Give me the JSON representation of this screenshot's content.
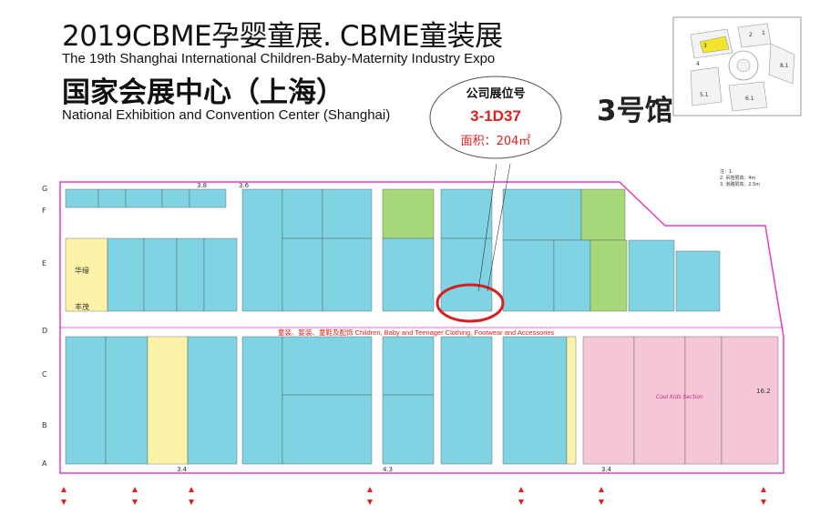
{
  "header": {
    "title_cn": "2019CBME孕婴童展. CBME童装展",
    "title_en": "The 19th Shanghai International Children-Baby-Maternity Industry Expo",
    "venue_cn": "国家会展中心（上海）",
    "venue_en": "National Exhibition and Convention Center (Shanghai)",
    "hall": "3号馆"
  },
  "callout": {
    "label": "公司展位号",
    "booth": "3-1D37",
    "area": "面积：204㎡"
  },
  "category_banner": "童装、婴装、童鞋及配饰  Children, Baby and Teenager Clothing, Footwear and Accessories",
  "legend": [
    "注：1.",
    "2. 吊挂限高：4m",
    "3. 道路限高：2.5m"
  ],
  "mini_map_labels": [
    "3",
    "2",
    "1",
    "4",
    "8.1",
    "5.1",
    "6.1"
  ],
  "row_labels": [
    "G",
    "F",
    "E",
    "D",
    "C",
    "B",
    "A"
  ],
  "column_labels": [
    "3.8",
    "3.6",
    "3.4",
    "4.3",
    "3.4",
    "16.2"
  ],
  "zone_labels": [
    "华缘",
    "丰茂",
    "Cool Kids Section"
  ],
  "colors": {
    "booth_cyan": "#7fd3e3",
    "booth_yellow": "#fdf3a8",
    "booth_green": "#a6d87a",
    "booth_pink": "#f5c6d8",
    "aisle_border": "#e53dbf",
    "highlight_red": "#d42020"
  }
}
